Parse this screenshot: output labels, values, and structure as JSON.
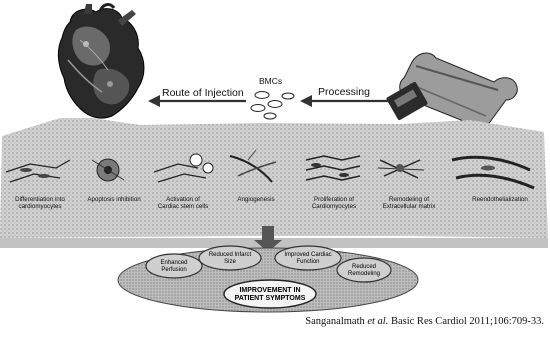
{
  "header": {
    "route_label": "Route of Injection",
    "bmc_label": "BMCs",
    "processing_label": "Processing"
  },
  "mechanisms": [
    "Differentiation into",
    "cardiomyocytes",
    "Apoptosis inhibition",
    "Activation of",
    "Cardiac stem cells",
    "Angiogenesis",
    "Proliferation of",
    "Cardiomyocytes",
    "Remodeling of",
    "Extracellular matrix",
    "Reendothelialization"
  ],
  "outcomes": {
    "enhanced_perfusion_1": "Enhanced",
    "enhanced_perfusion_2": "Perfusion",
    "reduced_infarct_1": "Reduced Infarct",
    "reduced_infarct_2": "Size",
    "improved_function_1": "Improved Cardiac",
    "improved_function_2": "Function",
    "reduced_remodeling_1": "Reduced",
    "reduced_remodeling_2": "Remodeling",
    "improvement_1": "IMPROVEMENT IN",
    "improvement_2": "PATIENT SYMPTOMS"
  },
  "citation": {
    "authors": "Sanganalmath",
    "etal": "et al.",
    "source": "Basic Res Cardiol 2011;106:709-33."
  },
  "colors": {
    "panel": "#c9c9c9",
    "dark": "#1e1e1e",
    "arrow": "#333333"
  }
}
